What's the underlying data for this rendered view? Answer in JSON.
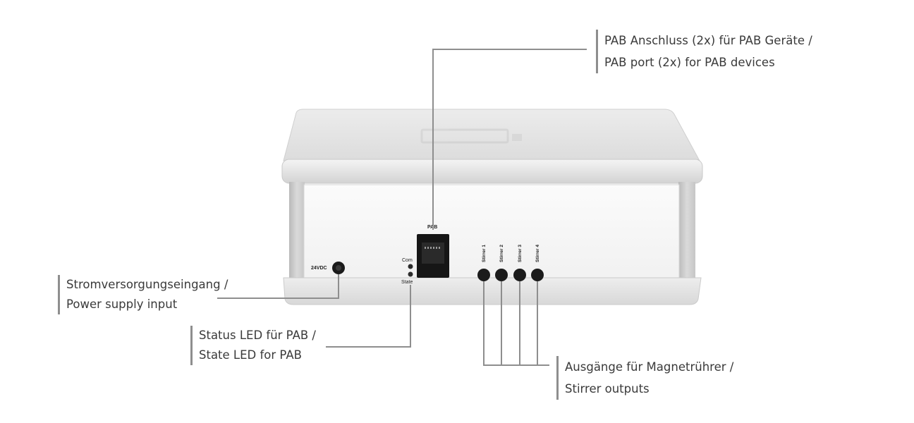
{
  "callouts": {
    "pab_port": {
      "line1": "PAB Anschluss (2x) für PAB Geräte /",
      "line2": "PAB port (2x) for PAB devices"
    },
    "power": {
      "line1": "Stromversorgungseingang /",
      "line2": "Power supply input"
    },
    "state_led": {
      "line1": "Status LED für PAB /",
      "line2": "State LED for PAB"
    },
    "stirrers": {
      "line1": "Ausgänge für Magnetrührer /",
      "line2": "Stirrer outputs"
    }
  },
  "device_labels": {
    "pab": "PAB",
    "voltage": "24VDC",
    "com": "Com",
    "state": "State",
    "stirrer_1": "Stirrer 1",
    "stirrer_2": "Stirrer 2",
    "stirrer_3": "Stirrer 3",
    "stirrer_4": "Stirrer 4"
  },
  "colors": {
    "leader_line": "#8e8e8e",
    "text": "#3a3a3a",
    "housing": "#e6e6e6"
  }
}
